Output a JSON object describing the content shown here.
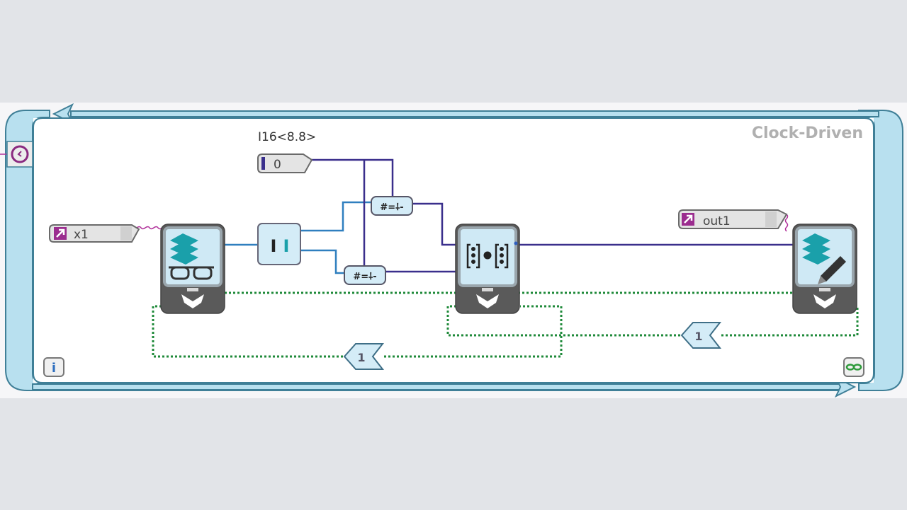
{
  "loop": {
    "title": "Clock-Driven",
    "info_icon": "info-icon",
    "timing_icon": "clock-icon",
    "terminal_icon": "infinity-loop-icon"
  },
  "constant": {
    "type_label": "I16<8.8>",
    "value": "0"
  },
  "input_terminal": {
    "label": "x1",
    "icon": "arrow-up-right-icon"
  },
  "output_terminal": {
    "label": "out1",
    "icon": "arrow-up-right-icon"
  },
  "nodes": {
    "read_node": {
      "icon": "data-stack-glasses-icon",
      "footer_icon": "handshake-icon"
    },
    "split_node": {
      "icon": "integer-split-icon"
    },
    "convert_top": {
      "icon": "fixed-point-convert-icon",
      "text": "#=⸸-"
    },
    "convert_bottom": {
      "icon": "fixed-point-convert-icon",
      "text": "#=⸸-"
    },
    "dot_product_node": {
      "icon": "dot-product-icon",
      "footer_icon": "handshake-icon"
    },
    "write_node": {
      "icon": "data-stack-pencil-icon",
      "footer_icon": "handshake-icon"
    }
  },
  "feedback_nodes": [
    {
      "value": "1"
    },
    {
      "value": "1"
    }
  ],
  "colors": {
    "loop_border": "#3f7f97",
    "loop_fill": "#b8e0ef",
    "wire_integer": "#3a2f8c",
    "wire_blue": "#2f7fbf",
    "wire_handshake": "#1f8a3a",
    "wire_terminal": "#b0309a",
    "node_header": "#cfe9f5",
    "node_footer": "#5a5a5a",
    "terminal_icon_bg": "#9b2d8f",
    "title_text": "#b0b0b0"
  }
}
